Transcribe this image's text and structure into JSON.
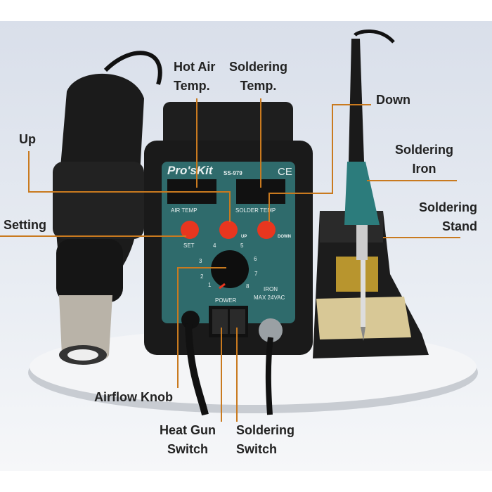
{
  "product": {
    "brand": "Pro'sKit",
    "model": "SS-979",
    "mark": "CE",
    "panel": {
      "air_temp": "AIR TEMP",
      "solder_temp": "SOLDER TEMP",
      "set": "SET",
      "up": "UP",
      "down": "DOWN",
      "power": "POWER",
      "iron_line1": "IRON",
      "iron_line2": "MAX 24VAC",
      "dial": [
        "1",
        "2",
        "3",
        "4",
        "5",
        "6",
        "7",
        "8"
      ]
    }
  },
  "colors": {
    "leader": "#c97a1f",
    "panel": "#2f6b6c",
    "button": "#e8361f"
  },
  "labels": {
    "hot_air_1": "Hot Air",
    "hot_air_2": "Temp.",
    "soldering_temp_1": "Soldering",
    "soldering_temp_2": "Temp.",
    "down": "Down",
    "up": "Up",
    "soldering_iron_1": "Soldering",
    "soldering_iron_2": "Iron",
    "soldering_stand_1": "Soldering",
    "soldering_stand_2": "Stand",
    "setting": "Setting",
    "airflow_knob": "Airflow Knob",
    "heat_gun_1": "Heat Gun",
    "heat_gun_2": "Switch",
    "soldering_switch_1": "Soldering",
    "soldering_switch_2": "Switch"
  }
}
